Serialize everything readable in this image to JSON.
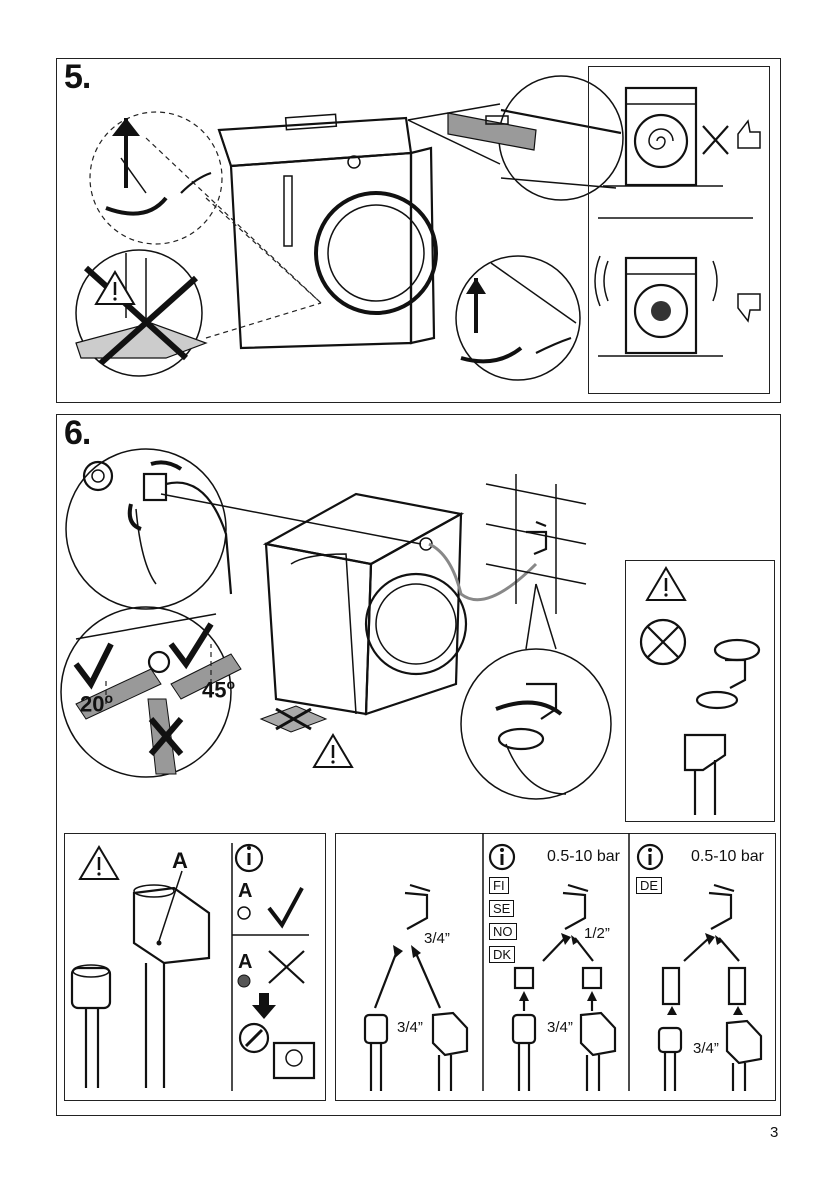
{
  "page_number": "3",
  "step5": {
    "label": "5."
  },
  "step6": {
    "label": "6.",
    "angle_left": "20",
    "angle_right": "45",
    "degree_mark": "o"
  },
  "inlet_hose": {
    "point_label": "A",
    "info_label_a1": "A",
    "info_label_a2": "A"
  },
  "taps": {
    "col1": {
      "thread_tap": "3/4”",
      "thread_hose": "3/4”"
    },
    "col2": {
      "pressure": "0.5-10 bar",
      "countries": [
        "FI",
        "SE",
        "NO",
        "DK"
      ],
      "thread_tap": "1/2”",
      "thread_hose": "3/4”"
    },
    "col3": {
      "pressure": "0.5-10 bar",
      "countries": [
        "DE"
      ],
      "thread_hose": "3/4”"
    }
  },
  "icons": [
    "warning-icon",
    "info-icon",
    "check-icon",
    "cross-icon",
    "thumbs-up-icon",
    "thumbs-down-icon",
    "tap-icon",
    "wrench-icon"
  ]
}
